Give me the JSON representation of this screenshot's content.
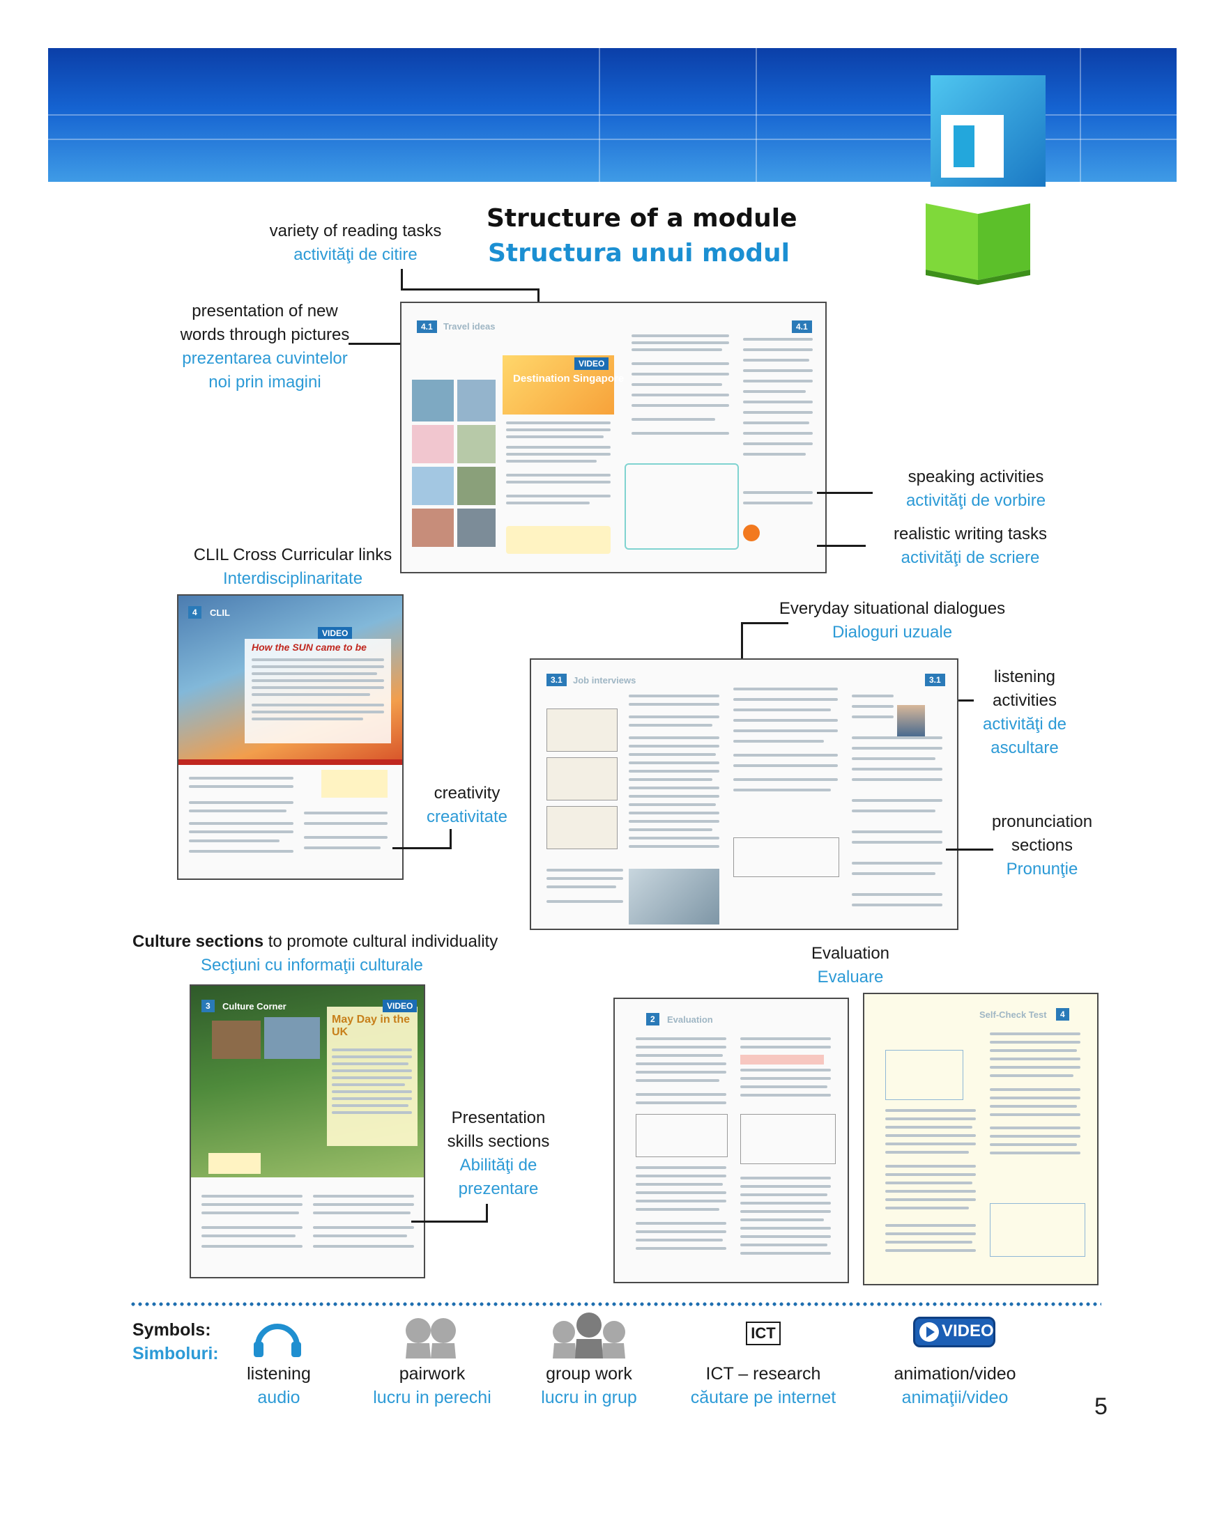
{
  "header": {
    "title_en": "Structure of a module",
    "title_ro": "Structura unui modul"
  },
  "labels": {
    "reading": {
      "en": "variety of reading tasks",
      "ro": "activităţi de citire"
    },
    "vocab": {
      "en1": "presentation of new",
      "en2": "words through pictures",
      "ro1": "prezentarea cuvintelor",
      "ro2": "noi prin imagini"
    },
    "speaking": {
      "en": "speaking activities",
      "ro": "activităţi de vorbire"
    },
    "writing": {
      "en": "realistic writing tasks",
      "ro": "activităţi de scriere"
    },
    "clil": {
      "en": "CLIL Cross Curricular links",
      "ro": "Interdisciplinaritate"
    },
    "dialogues": {
      "en": "Everyday situational dialogues",
      "ro": "Dialoguri uzuale"
    },
    "listening": {
      "en1": "listening",
      "en2": "activities",
      "ro1": "activităţi de",
      "ro2": "ascultare"
    },
    "creativity": {
      "en": "creativity",
      "ro": "creativitate"
    },
    "pronunciation": {
      "en1": "pronunciation",
      "en2": "sections",
      "ro": "Pronunţie"
    },
    "culture": {
      "en_bold": "Culture sections",
      "en_rest": " to promote cultural individuality",
      "ro": "Secţiuni cu informaţii culturale"
    },
    "evaluation": {
      "en": "Evaluation",
      "ro": "Evaluare"
    },
    "presentation": {
      "en1": "Presentation",
      "en2": "skills sections",
      "ro1": "Abilităţi de",
      "ro2": "prezentare"
    }
  },
  "thumbs": {
    "travel": {
      "unit": "4.1",
      "title": "Travel ideas",
      "tag": "Destination Singapore",
      "video": "VIDEO"
    },
    "clil": {
      "unit": "4",
      "title": "CLIL",
      "tag": "How the SUN came to be",
      "video": "VIDEO"
    },
    "job": {
      "unit": "3.1",
      "title": "Job interviews"
    },
    "culture": {
      "unit": "3",
      "title": "Culture Corner",
      "tag": "May Day in the UK",
      "video": "VIDEO"
    },
    "eval": {
      "unit": "2",
      "title": "Evaluation"
    },
    "selfcheck": {
      "unit": "4",
      "title": "Self-Check Test"
    }
  },
  "symbols": {
    "heading_en": "Symbols:",
    "heading_ro": "Simboluri:",
    "items": [
      {
        "icon": "headphones-icon",
        "en": "listening",
        "ro": "audio"
      },
      {
        "icon": "pairwork-icon",
        "en": "pairwork",
        "ro": "lucru in perechi"
      },
      {
        "icon": "groupwork-icon",
        "en": "group work",
        "ro": "lucru in grup"
      },
      {
        "icon": "ict-icon",
        "en": "ICT – research",
        "ro": "căutare pe internet",
        "badge": "ICT"
      },
      {
        "icon": "video-icon",
        "en": "animation/video",
        "ro": "animaţii/video",
        "badge": "VIDEO"
      }
    ]
  },
  "page_number": "5",
  "colors": {
    "accent": "#2c9ad6",
    "banner": "#1563d1",
    "book": "#6ccf2f"
  }
}
